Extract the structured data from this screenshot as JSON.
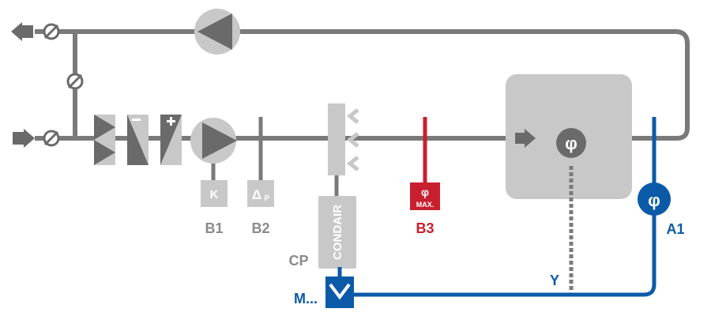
{
  "colors": {
    "pipe": "#7a7a7a",
    "pipe_dark": "#6a6a6a",
    "light": "#c8c8c8",
    "red": "#c8202f",
    "blue": "#0b5aa8",
    "white": "#ffffff"
  },
  "sensors": {
    "b1": {
      "box_text": "K",
      "label": "B1"
    },
    "b2": {
      "box_text_main": "Δ",
      "box_text_sub": "P",
      "label": "B2"
    },
    "b3": {
      "box_symbol": "φ",
      "box_text": "MAX.",
      "label": "B3"
    },
    "a1": {
      "symbol": "φ",
      "label": "A1"
    }
  },
  "humidifier": {
    "text": "CONDAIR",
    "label": "CP"
  },
  "motor": {
    "label": "M..."
  },
  "room": {
    "symbol": "φ"
  },
  "signal": {
    "label": "Y"
  },
  "icons": [
    "arrow-left-icon",
    "arrow-right-icon",
    "damper-icon",
    "fan-icon",
    "filter-icon",
    "cooler-icon",
    "heater-icon",
    "nozzle-icon"
  ]
}
